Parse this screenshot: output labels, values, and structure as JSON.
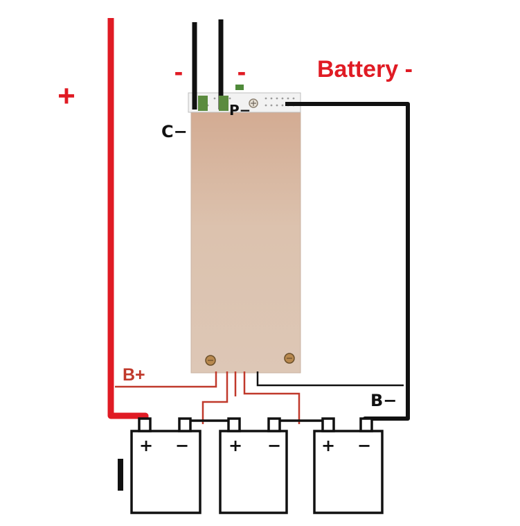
{
  "labels": {
    "plus_main": "+",
    "minus_left": "-",
    "minus_right": "-",
    "battery_minus": "Battery -",
    "c_minus": "C−",
    "p_minus": "P−",
    "b_plus": "B+",
    "b_minus": "B−"
  },
  "cells": [
    {
      "plus": "+",
      "minus": "−"
    },
    {
      "plus": "+",
      "minus": "−"
    },
    {
      "plus": "+",
      "minus": "−"
    }
  ],
  "colors": {
    "positive_wire": "#e01b24",
    "negative_wire": "#111111",
    "balance_wire": "#c0392b",
    "label_red": "#e01b24",
    "board": "#d9b8a0"
  }
}
